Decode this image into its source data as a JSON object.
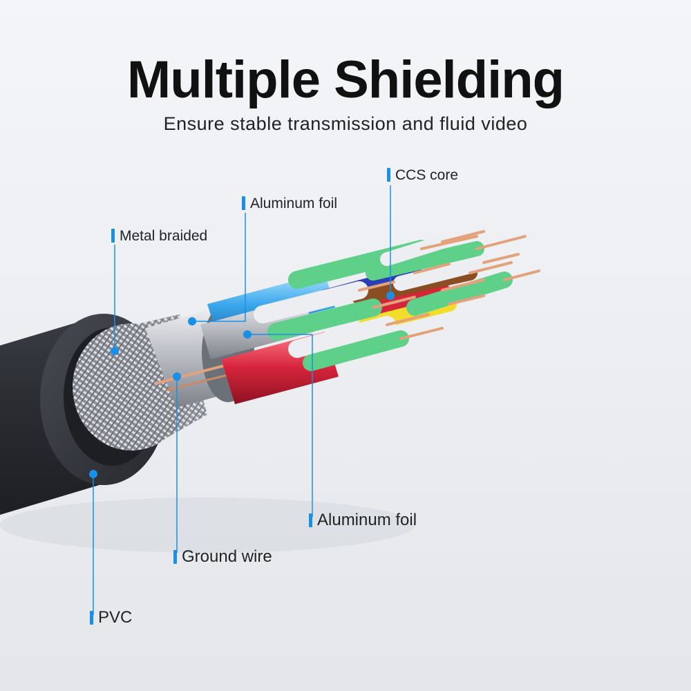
{
  "header": {
    "title": "Multiple Shielding",
    "subtitle": "Ensure stable transmission and fluid video"
  },
  "labels": {
    "ccs_core": "CCS core",
    "aluminum_foil_top": "Aluminum foil",
    "metal_braided": "Metal braided",
    "aluminum_foil_bottom": "Aluminum foil",
    "ground_wire": "Ground wire",
    "pvc": "PVC"
  },
  "colors": {
    "accent": "#1a8fe6",
    "jacket": "#2c2f35",
    "wire_green": "#5ed08a",
    "wire_red": "#d6243a",
    "wire_blue": "#2a3fb6",
    "wire_yellow": "#f3dc2a",
    "wire_brown": "#8a4e22",
    "copper": "#e3a27c"
  }
}
